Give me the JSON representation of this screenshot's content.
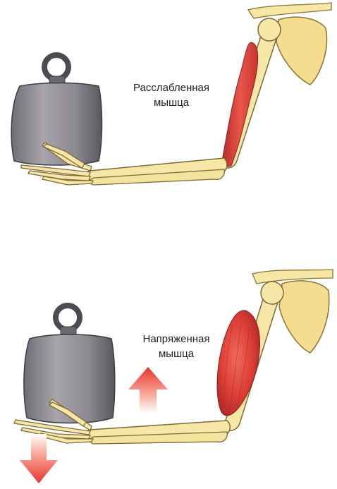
{
  "panels": {
    "relaxed": {
      "label_line1": "Расслабленная",
      "label_line2": "мышца",
      "muscle_state": "relaxed"
    },
    "tensed": {
      "label_line1": "Напряженная",
      "label_line2": "мышца",
      "muscle_state": "contracted"
    }
  },
  "colors": {
    "weight": "#8d8a90",
    "weight_dark": "#5e5b63",
    "bone": "#f6e7a6",
    "bone_outline": "#7a6a3a",
    "muscle": "#e0453c",
    "arrow": "#e8342f",
    "arrow_light": "#f9b3a4"
  }
}
